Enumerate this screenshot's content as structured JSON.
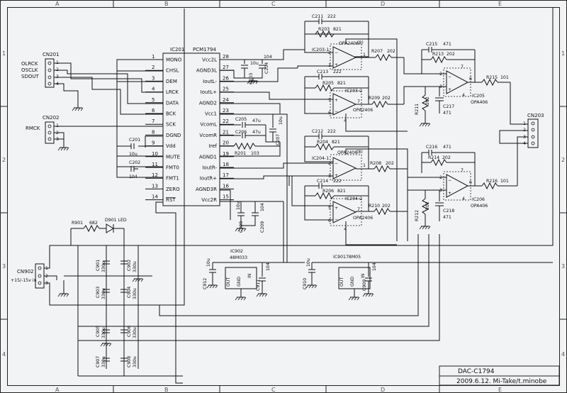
{
  "grid": {
    "cols": [
      "A",
      "B",
      "C",
      "D",
      "E"
    ],
    "rows": [
      "1",
      "2",
      "3",
      "4"
    ]
  },
  "title_block": {
    "name": "DAC-C1794",
    "date_author": "2009.6.12.  Mi-Take/t.minobe"
  },
  "ic201": {
    "ref": "IC201",
    "part": "PCM1794",
    "left_pins": [
      {
        "num": "1",
        "name": "MONO"
      },
      {
        "num": "2",
        "name": "CHSL"
      },
      {
        "num": "3",
        "name": "DEM"
      },
      {
        "num": "4",
        "name": "LRCK"
      },
      {
        "num": "5",
        "name": "DATA"
      },
      {
        "num": "6",
        "name": "BCK"
      },
      {
        "num": "7",
        "name": "SCK"
      },
      {
        "num": "8",
        "name": "DGND"
      },
      {
        "num": "9",
        "name": "Vdd"
      },
      {
        "num": "10",
        "name": "MUTE"
      },
      {
        "num": "11",
        "name": "FMT0"
      },
      {
        "num": "12",
        "name": "FMT1"
      },
      {
        "num": "13",
        "name": "ZERO"
      },
      {
        "num": "14",
        "name": "RST"
      }
    ],
    "right_pins": [
      {
        "num": "28",
        "name": "Vcc2L"
      },
      {
        "num": "27",
        "name": "AGND3L"
      },
      {
        "num": "26",
        "name": "IoutL-"
      },
      {
        "num": "25",
        "name": "IoutL+"
      },
      {
        "num": "24",
        "name": "AGND2"
      },
      {
        "num": "23",
        "name": "Vcc1"
      },
      {
        "num": "22",
        "name": "VcomL"
      },
      {
        "num": "21",
        "name": "VcomR"
      },
      {
        "num": "20",
        "name": "Iref"
      },
      {
        "num": "19",
        "name": "AGND1"
      },
      {
        "num": "18",
        "name": "IoutR-"
      },
      {
        "num": "17",
        "name": "IoutR+"
      },
      {
        "num": "16",
        "name": "AGND3R"
      },
      {
        "num": "15",
        "name": "Vcc2R"
      }
    ]
  },
  "connectors": {
    "cn201": {
      "ref": "CN201",
      "signals": [
        "OLRCK",
        "OSCLK",
        "SDOUT"
      ],
      "pins": [
        "1",
        "2",
        "3",
        "4"
      ]
    },
    "cn202": {
      "ref": "CN202",
      "signals": [
        "RMCK"
      ],
      "pins": [
        "1",
        "2",
        "3"
      ]
    },
    "cn203": {
      "ref": "CN203",
      "pins": [
        "1",
        "2",
        "3",
        "4"
      ]
    },
    "cn902": {
      "ref": "CN902",
      "label": "+15/-15v in",
      "pins": [
        "1",
        "2",
        "3"
      ]
    }
  },
  "components": {
    "c201": {
      "ref": "C201",
      "val": "10u"
    },
    "c202": {
      "ref": "C202",
      "val": "104"
    },
    "c203": {
      "ref": "C203",
      "val": "10u"
    },
    "c204": {
      "ref": "C204",
      "val": "104"
    },
    "c205": {
      "ref": "C205",
      "val": "47u"
    },
    "c206": {
      "ref": "C206",
      "val": "47u"
    },
    "c207": {
      "ref": "C207",
      "val": "10u"
    },
    "c208": {
      "ref": "C208",
      "val": "10u"
    },
    "c209": {
      "ref": "C209",
      "val": "104"
    },
    "r201": {
      "ref": "R201",
      "val": "103"
    },
    "c211": {
      "ref": "C211",
      "val": "222"
    },
    "r203": {
      "ref": "R203",
      "val": "821"
    },
    "ic203_1": {
      "ref": "IC203-1",
      "pins": [
        "1",
        "2",
        "3"
      ]
    },
    "opa2406a": {
      "ref": "OPA2406",
      "mark": "(8)"
    },
    "r207": {
      "ref": "R207",
      "val": "202"
    },
    "c213": {
      "ref": "C213",
      "val": "222"
    },
    "r205": {
      "ref": "R205",
      "val": "821"
    },
    "ic203_2": {
      "ref": "IC203-2",
      "pins": [
        "5",
        "6",
        "7",
        "4"
      ]
    },
    "opa2406b": {
      "ref": "OPA2406"
    },
    "r209": {
      "ref": "R209",
      "val": "202"
    },
    "c215": {
      "ref": "C215",
      "val": "471"
    },
    "r213": {
      "ref": "R213",
      "val": "202"
    },
    "ic205": {
      "ref": "IC205",
      "part": "OPA406",
      "pins": [
        "2",
        "3",
        "6",
        "7",
        "4"
      ]
    },
    "r215": {
      "ref": "R215",
      "val": "101"
    },
    "c217": {
      "ref": "C217",
      "val": "471"
    },
    "r211": {
      "ref": "R211",
      "val": "202"
    },
    "c212": {
      "ref": "C212",
      "val": "222"
    },
    "r204": {
      "ref": "R204",
      "val": "821"
    },
    "ic204_1": {
      "ref": "IC204-1",
      "pins": [
        "1",
        "2",
        "3"
      ]
    },
    "opa2406c": {
      "ref": "OPA2406",
      "mark": "(8)"
    },
    "r208": {
      "ref": "R208",
      "val": "202"
    },
    "c214": {
      "ref": "C214",
      "val": "222"
    },
    "r206": {
      "ref": "R206",
      "val": "821"
    },
    "ic204_2": {
      "ref": "IC204-2",
      "pins": [
        "5",
        "6",
        "7",
        "4"
      ]
    },
    "opa2406d": {
      "ref": "OPA2406"
    },
    "r210": {
      "ref": "R210",
      "val": "202"
    },
    "c216": {
      "ref": "C216",
      "val": "471"
    },
    "r214": {
      "ref": "R214",
      "val": "202"
    },
    "ic206": {
      "ref": "IC206",
      "part": "OPA406",
      "pins": [
        "2",
        "3",
        "6",
        "7",
        "4"
      ]
    },
    "r216": {
      "ref": "R216",
      "val": "101"
    },
    "c218": {
      "ref": "C218",
      "val": "471"
    },
    "r212": {
      "ref": "R212",
      "val": "202"
    },
    "r901": {
      "ref": "R901",
      "val": "682"
    },
    "d901": {
      "ref": "D901 LED"
    },
    "c901": {
      "ref": "C901",
      "val": "330u"
    },
    "c902": {
      "ref": "C902",
      "val": "330u"
    },
    "c903": {
      "ref": "C903",
      "val": "330u"
    },
    "c904": {
      "ref": "C904",
      "val": "330u"
    },
    "c905": {
      "ref": "C905",
      "val": "330u"
    },
    "c906": {
      "ref": "C906",
      "val": "330u"
    },
    "c907": {
      "ref": "C907",
      "val": "330u"
    },
    "c908": {
      "ref": "C908",
      "val": "330u"
    },
    "ic902": {
      "ref": "IC902",
      "part": "48M033",
      "pins": [
        "OUT",
        "GND",
        "IN"
      ]
    },
    "c912": {
      "ref": "C912",
      "val": "10u"
    },
    "c911": {
      "ref": "C911",
      "val": "104"
    },
    "ic901": {
      "ref": "IC90178M05",
      "pins": [
        "OUT",
        "GND",
        "IN"
      ]
    },
    "c910": {
      "ref": "C910",
      "val": "10u"
    },
    "c909": {
      "ref": "C909",
      "val": "104"
    }
  }
}
